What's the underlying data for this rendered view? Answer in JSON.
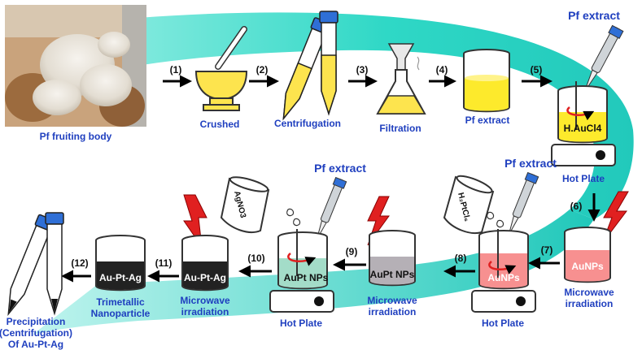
{
  "steps": [
    "(1)",
    "(2)",
    "(3)",
    "(4)",
    "(5)",
    "(6)",
    "(7)",
    "(8)",
    "(9)",
    "(10)",
    "(11)",
    "(12)"
  ],
  "labels": {
    "fruiting_body": "Pf  fruiting body",
    "crushed": "Crushed",
    "centrifugation": "Centrifugation",
    "filtration": "Filtration",
    "pf_extract_beaker": "Pf extract",
    "pf_extract_top1": "Pf extract",
    "pf_extract_top2": "Pf extract",
    "pf_extract_top3": "Pf extract",
    "haucl4": "H.AuCl4",
    "hot_plate_1": "Hot Plate",
    "hot_plate_2": "Hot Plate",
    "hot_plate_3": "Hot Plate",
    "aunps_1": "AuNPs",
    "aunps_2": "AuNPs",
    "microwave_1_line1": "Microwave",
    "microwave_1_line2": "irradiation",
    "microwave_2_line1": "Microwave",
    "microwave_2_line2": "irradiation",
    "microwave_3_line1": "Microwave",
    "microwave_3_line2": "irradiation",
    "h2ptcl6": "H₂PtCl₆",
    "auptnps_1": "AuPt NPs",
    "auptnps_2": "AuPt NPs",
    "agno3": "AgNO3",
    "auptag_1": "Au-Pt-Ag",
    "auptag_2": "Au-Pt-Ag",
    "trimetallic_line1": "Trimetallic",
    "trimetallic_line2": "Nanoparticle",
    "precip_line1": "Precipitation",
    "precip_line2": "(Centrifugation)",
    "precip_line3": "Of Au-Pt-Ag"
  },
  "colors": {
    "flow_band": "#33d9c8",
    "yellow": "#ffee33",
    "pink": "#f77f7f",
    "grey": "#b3aeb4",
    "teal_liquid": "#9fd8c6",
    "black_liquid": "#222222",
    "cap_blue": "#2f6fd6",
    "bolt_red": "#e02020",
    "label_blue": "#1f3fbf"
  }
}
